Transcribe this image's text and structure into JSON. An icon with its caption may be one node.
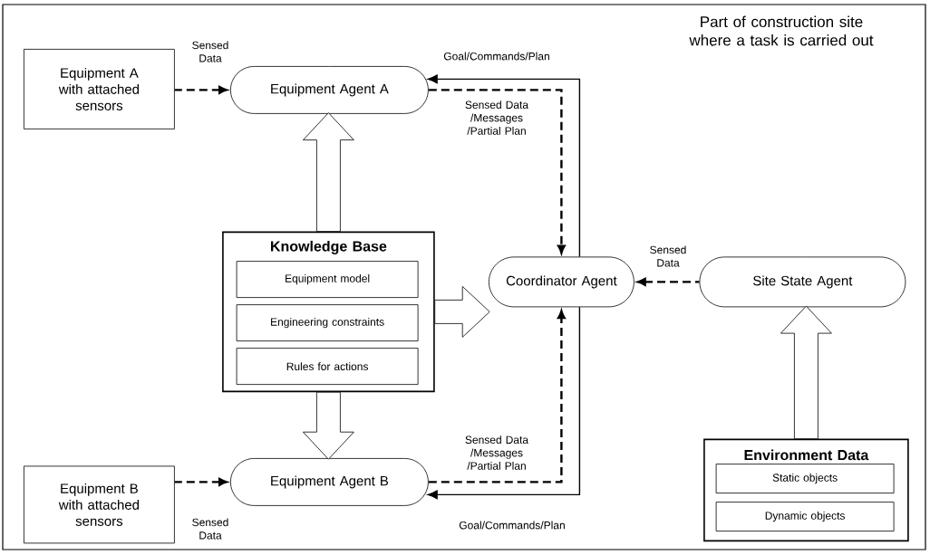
{
  "diagram": {
    "nodes": [
      {
        "text": [
          "Part of construction site where a task is carried out"
        ]
      },
      {
        "text": [
          "Equipment A with attached sensors"
        ],
        "in": 0
      },
      {
        "text": [
          "Equipment Agent A"
        ],
        "in": 0
      },
      {
        "text": [
          "Knowledge Base"
        ],
        "in": 0
      },
      {
        "text": [
          "Equipment model"
        ],
        "in": 3
      },
      {
        "text": [
          "Engineering constraints"
        ],
        "in": 3
      },
      {
        "text": [
          "Rules for actions"
        ],
        "in": 3
      },
      {
        "text": [
          "Coordinator Agent"
        ],
        "in": 0
      },
      {
        "text": [
          "Site State Agent"
        ],
        "in": 0
      },
      {
        "text": [
          "Equipment B with attached sensors"
        ],
        "in": 0
      },
      {
        "text": [
          "Equipment Agent B"
        ],
        "in": 0
      },
      {
        "text": [
          "Environment Data"
        ],
        "in": 0
      },
      {
        "text": [
          "Static objects"
        ],
        "in": 11
      },
      {
        "text": [
          "Dynamic objects"
        ],
        "in": 11
      }
    ],
    "edges": [
      {
        "from": 1,
        "to": 2,
        "arrow": "to",
        "style": "dashed",
        "label": "Sensed Data"
      },
      {
        "from": 7,
        "to": 2,
        "arrow": "to",
        "label": "Goal/Commands/Plan"
      },
      {
        "from": 2,
        "to": 7,
        "arrow": "to",
        "style": "dashed",
        "label": "Sensed Data /Messages /Partial Plan"
      },
      {
        "from": 3,
        "to": 2,
        "arrow": "to",
        "style": "thick"
      },
      {
        "from": 3,
        "to": 7,
        "arrow": "to",
        "style": "thick"
      },
      {
        "from": 8,
        "to": 7,
        "arrow": "to",
        "style": "dashed",
        "label": "Sensed Data"
      },
      {
        "from": 3,
        "to": 10,
        "arrow": "to",
        "style": "thick"
      },
      {
        "from": 10,
        "to": 7,
        "arrow": "to",
        "style": "dashed",
        "label": "Sensed Data /Messages /Partial Plan"
      },
      {
        "from": 7,
        "to": 10,
        "arrow": "to",
        "label": "Goal/Commands/Plan"
      },
      {
        "from": 9,
        "to": 10,
        "arrow": "to",
        "style": "dashed",
        "label": "Sensed Data"
      },
      {
        "from": 11,
        "to": 8,
        "arrow": "to",
        "style": "thick"
      }
    ]
  }
}
